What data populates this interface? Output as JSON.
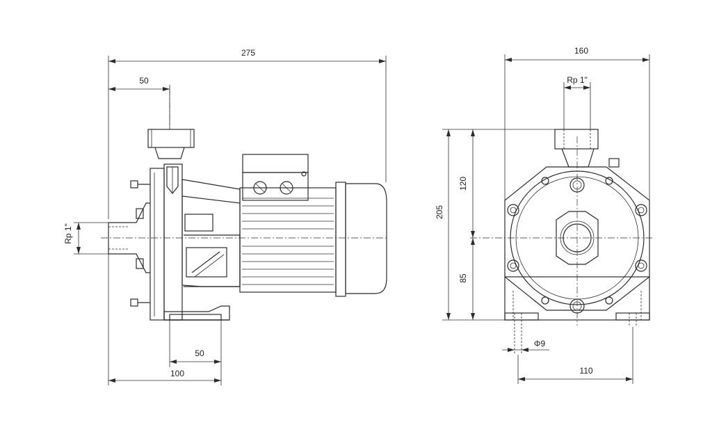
{
  "side_view": {
    "dim_overall_length": "275",
    "dim_port_offset": "50",
    "dim_foot_width": "50",
    "dim_foot_to_port": "100",
    "inlet_thread": "Rp 1\""
  },
  "front_view": {
    "dim_width": "160",
    "outlet_thread": "Rp 1\"",
    "dim_total_height": "205",
    "dim_upper_height": "120",
    "dim_shaft_height": "85",
    "hole_diameter": "Φ9",
    "dim_hole_spacing": "110"
  }
}
